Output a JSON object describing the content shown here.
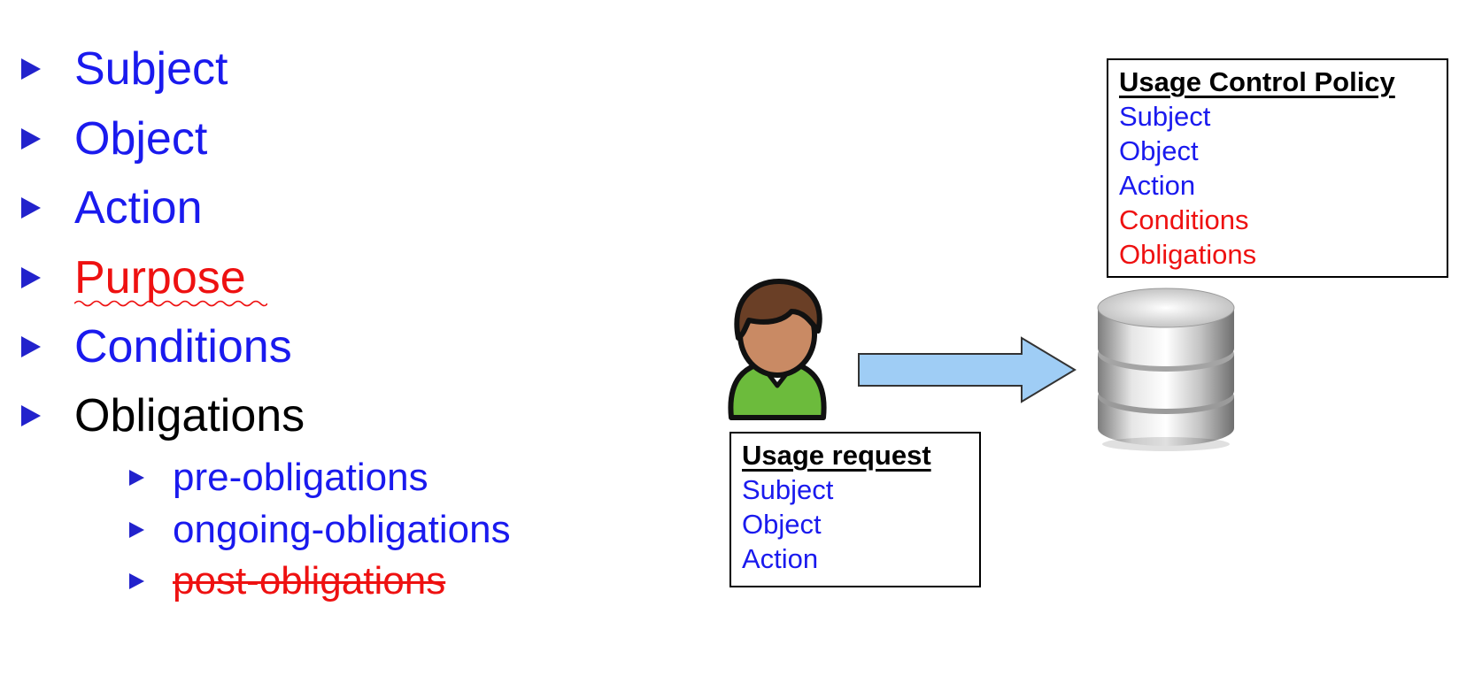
{
  "bullets": [
    {
      "label": "Subject",
      "color": "#1a1aee",
      "style": "normal"
    },
    {
      "label": "Object",
      "color": "#1a1aee",
      "style": "normal"
    },
    {
      "label": "Action",
      "color": "#1a1aee",
      "style": "normal"
    },
    {
      "label": "Purpose",
      "color": "#ee1111",
      "style": "squiggle"
    },
    {
      "label": "Conditions",
      "color": "#1a1aee",
      "style": "normal"
    },
    {
      "label": "Obligations",
      "color": "#000000",
      "style": "normal"
    }
  ],
  "sub_bullets": [
    {
      "label": "pre-obligations",
      "color": "#1a1aee",
      "style": "normal"
    },
    {
      "label": "ongoing-obligations",
      "color": "#1a1aee",
      "style": "normal"
    },
    {
      "label": "post-obligations",
      "color": "#ee1111",
      "style": "strikethrough"
    }
  ],
  "policy_box": {
    "title": "Usage Control Policy",
    "items": [
      "Subject",
      "Object",
      "Action",
      "Conditions",
      "Obligations"
    ]
  },
  "request_box": {
    "title": "Usage request",
    "items": [
      "Subject",
      "Object",
      "Action"
    ]
  },
  "icons": {
    "user": "user-icon",
    "arrow": "arrow-right-icon",
    "database": "database-icon"
  },
  "colors": {
    "bullet_marker": "#2222cc",
    "blue_text": "#1a1aee",
    "red_text": "#ee1111",
    "arrow_fill": "#9fcdf5"
  }
}
